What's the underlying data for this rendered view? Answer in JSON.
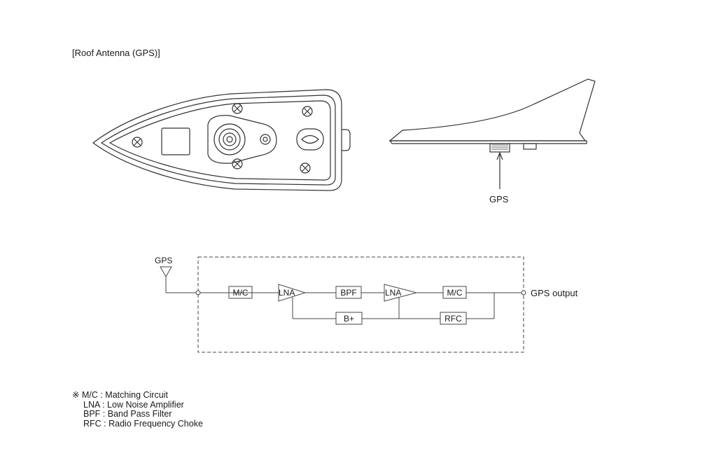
{
  "title": "[Roof Antenna (GPS)]",
  "side_view": {
    "callout": "GPS"
  },
  "block_diagram": {
    "input_label": "GPS",
    "output_label": "GPS output",
    "blocks": {
      "mc1": "M/C",
      "lna1": "LNA",
      "bpf": "BPF",
      "lna2": "LNA",
      "mc2": "M/C",
      "bplus": "B+",
      "rfc": "RFC"
    }
  },
  "legend": {
    "symbol": "※",
    "items": [
      {
        "abbr": "M/C",
        "text": "M/C : Matching Circuit"
      },
      {
        "abbr": "LNA",
        "text": "LNA : Low Noise Amplifier"
      },
      {
        "abbr": "BPF",
        "text": "BPF : Band Pass Filter"
      },
      {
        "abbr": "RFC",
        "text": "RFC : Radio Frequency Choke"
      }
    ]
  }
}
